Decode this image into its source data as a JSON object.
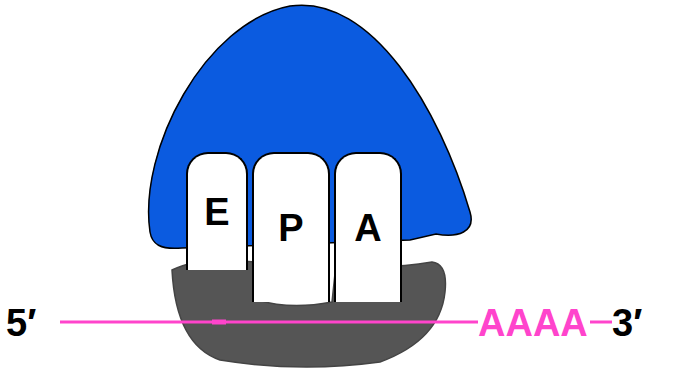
{
  "diagram": {
    "nodes": [
      {
        "text": [
          "E"
        ]
      },
      {
        "text": [
          "P"
        ]
      },
      {
        "text": [
          "A"
        ]
      }
    ],
    "labels": [
      "5′",
      "AAAA",
      "3′"
    ]
  }
}
